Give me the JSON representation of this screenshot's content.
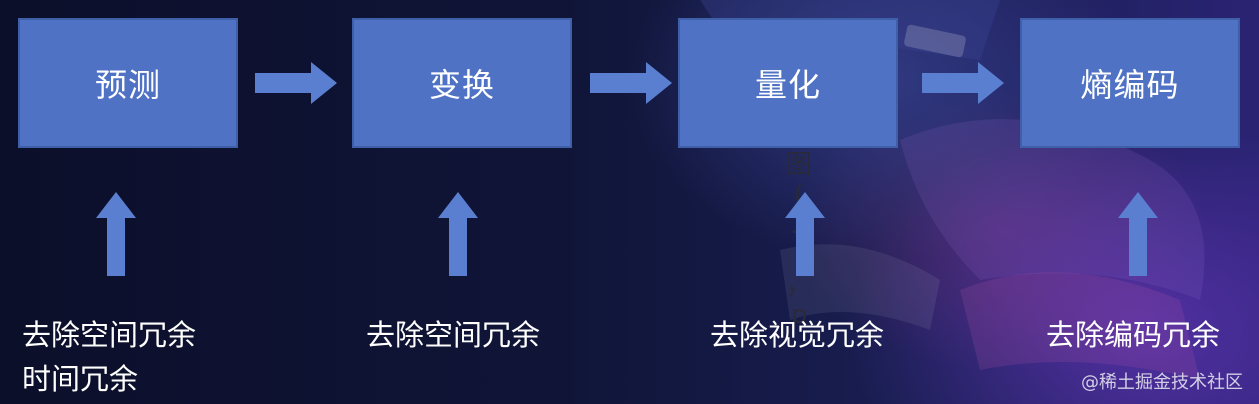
{
  "diagram": {
    "steps": [
      {
        "label": "预测"
      },
      {
        "label": "变换"
      },
      {
        "label": "量化"
      },
      {
        "label": "熵编码"
      }
    ],
    "captions": [
      {
        "line1": "去除空间冗余",
        "line2": "时间冗余"
      },
      {
        "line1": "去除空间冗余",
        "line2": ""
      },
      {
        "line1": "去除视觉冗余",
        "line2": ""
      },
      {
        "line1": "去除编码冗余",
        "line2": ""
      }
    ],
    "background_fragment": "图\n(\n3\n)\n，\np"
  },
  "watermark": {
    "text": "@稀土掘金技术社区"
  },
  "colors": {
    "box_fill": "#4f72c4",
    "arrow_fill": "#5b7fd0",
    "background": "#101538"
  }
}
